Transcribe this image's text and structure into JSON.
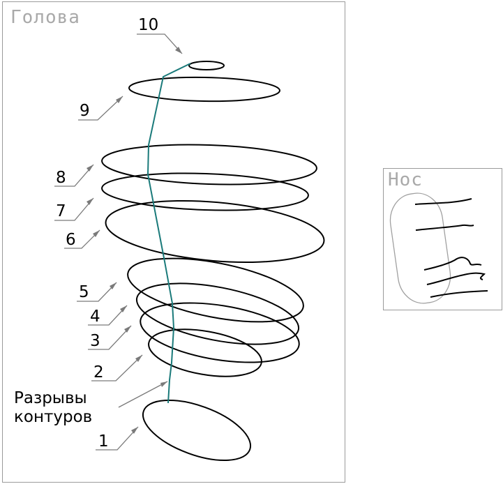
{
  "head_panel": {
    "title": "Голова"
  },
  "nose_panel": {
    "title": "Нос"
  },
  "labels": [
    "1",
    "2",
    "3",
    "4",
    "5",
    "6",
    "7",
    "8",
    "9",
    "10"
  ],
  "annotation": {
    "line1": "Разрывы",
    "line2": "контуров"
  },
  "colors": {
    "contour": "#000000",
    "centerline": "#1a7a7a",
    "leader": "#7a7a7a",
    "panel_border": "#9a9a9a",
    "title": "#a9a9a9"
  }
}
